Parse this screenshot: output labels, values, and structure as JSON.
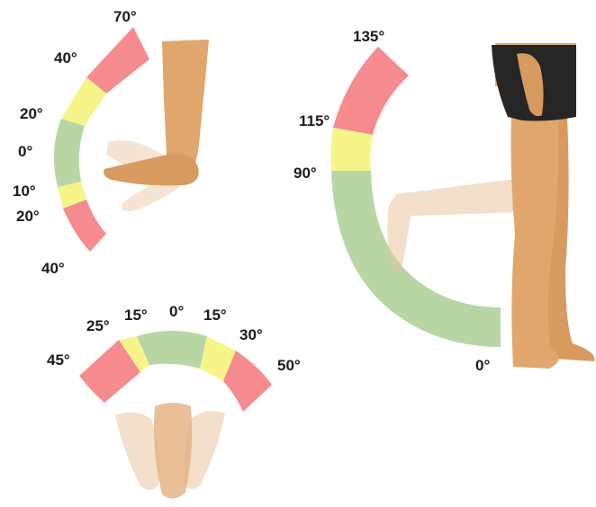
{
  "colors": {
    "red": "#f58b8e",
    "yellow": "#f7f58a",
    "green": "#b7d6a4",
    "skin": "#e0a66c",
    "skin_shadow": "#c98c55",
    "shorts": "#262626"
  },
  "ankle_diagram": {
    "labels": [
      "70°",
      "40°",
      "20°",
      "0°",
      "10°",
      "20°",
      "40°"
    ],
    "zones": [
      "red",
      "yellow",
      "green",
      "yellow",
      "red"
    ]
  },
  "knee_diagram": {
    "labels": [
      "135°",
      "115°",
      "90°",
      "0°"
    ],
    "zones": [
      "red",
      "yellow",
      "green"
    ]
  },
  "foot_rotation_diagram": {
    "labels": [
      "45°",
      "25°",
      "15°",
      "0°",
      "15°",
      "30°",
      "50°"
    ],
    "zones": [
      "red",
      "yellow",
      "green",
      "yellow",
      "red"
    ]
  }
}
